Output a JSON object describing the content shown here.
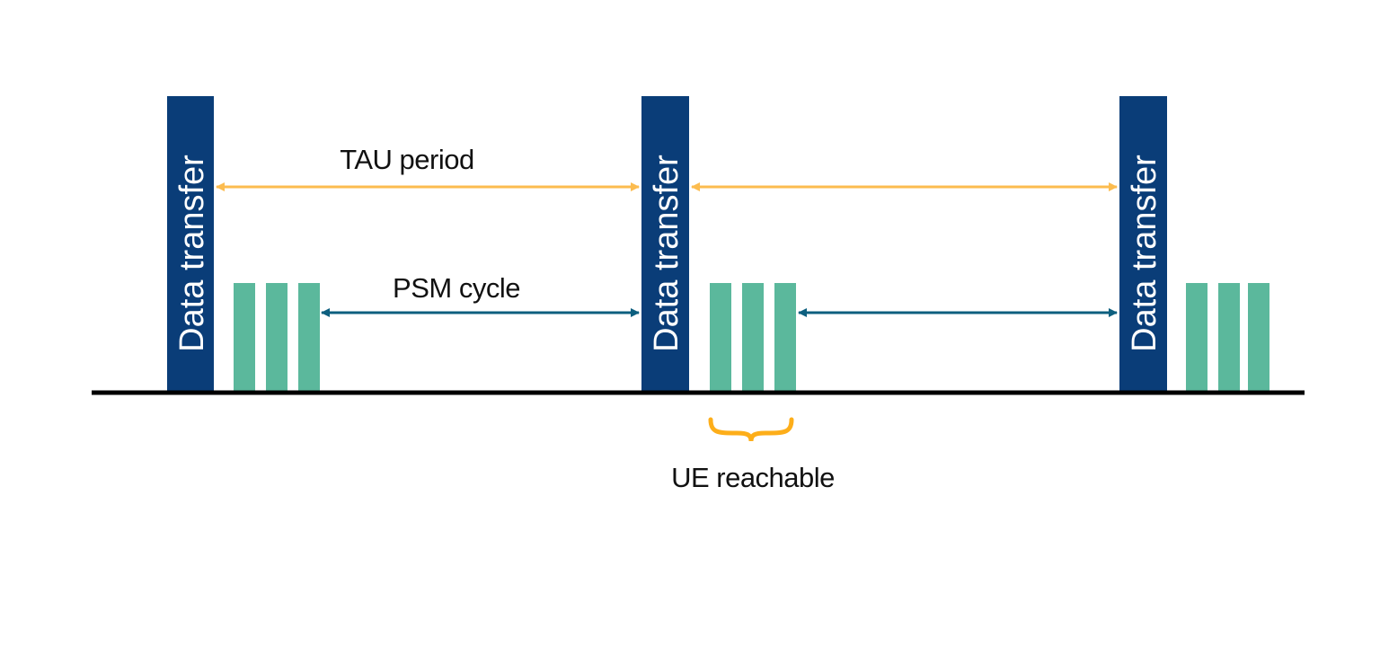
{
  "diagram": {
    "block_label": "Data transfer",
    "tau_label": "TAU period",
    "psm_label": "PSM cycle",
    "reachable_label": "UE reachable",
    "colors": {
      "data_block": "#0a3d78",
      "paging_block": "#5bb89c",
      "tau_arrow": "#fcbc4f",
      "psm_arrow": "#0d5f7f",
      "brace": "#fdae1a",
      "baseline": "#000000"
    }
  }
}
